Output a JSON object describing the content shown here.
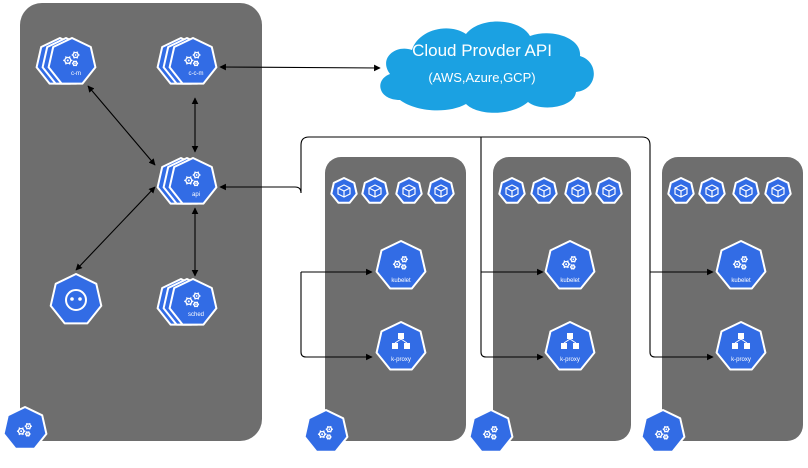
{
  "cloud": {
    "title": "Cloud Provder API",
    "subtitle": "(AWS,Azure,GCP)"
  },
  "control_plane": {
    "components": [
      {
        "id": "cm",
        "label": "c-m",
        "icon": "controller-manager-icon"
      },
      {
        "id": "ccm",
        "label": "c-c-m",
        "icon": "cloud-controller-manager-icon"
      },
      {
        "id": "api",
        "label": "api",
        "icon": "api-server-icon"
      },
      {
        "id": "etcd",
        "label": "",
        "icon": "etcd-icon"
      },
      {
        "id": "sched",
        "label": "sched",
        "icon": "scheduler-icon"
      }
    ]
  },
  "nodes": [
    {
      "kubelet_label": "kubelet",
      "proxy_label": "k-proxy"
    },
    {
      "kubelet_label": "kubelet",
      "proxy_label": "k-proxy"
    },
    {
      "kubelet_label": "kubelet",
      "proxy_label": "k-proxy"
    }
  ],
  "colors": {
    "panel": "#6e6e6e",
    "k8s_blue": "#326ce5",
    "cloud": "#1ba1e2",
    "line": "#000000"
  }
}
